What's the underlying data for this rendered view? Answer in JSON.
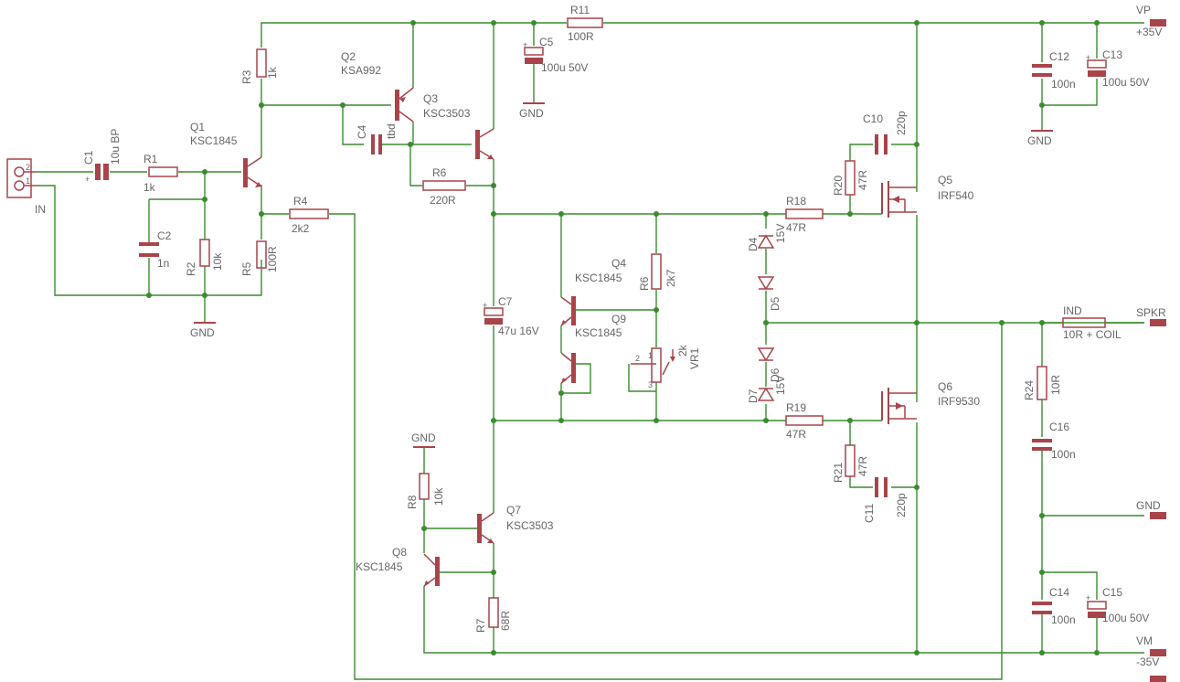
{
  "colors": {
    "wire": "#3a8c2f",
    "part": "#a8444a",
    "text": "#666666",
    "background": "#ffffff"
  },
  "components": {
    "C1": {
      "ref": "C1",
      "value": "10u BP"
    },
    "R1": {
      "ref": "R1",
      "value": "1k"
    },
    "C2": {
      "ref": "C2",
      "value": "1n"
    },
    "R2": {
      "ref": "R2",
      "value": "10k"
    },
    "R3": {
      "ref": "R3",
      "value": "1k"
    },
    "R4": {
      "ref": "R4",
      "value": "2k2"
    },
    "R5": {
      "ref": "R5",
      "value": "100R"
    },
    "R6a": {
      "ref": "R6",
      "value": "220R"
    },
    "R6b": {
      "ref": "R6",
      "value": "2k7"
    },
    "R7": {
      "ref": "R7",
      "value": "68R"
    },
    "R8": {
      "ref": "R8",
      "value": "10k"
    },
    "R11": {
      "ref": "R11",
      "value": "100R"
    },
    "R18": {
      "ref": "R18",
      "value": "47R"
    },
    "R19": {
      "ref": "R19",
      "value": "47R"
    },
    "R20": {
      "ref": "R20",
      "value": "47R"
    },
    "R21": {
      "ref": "R21",
      "value": "47R"
    },
    "R24": {
      "ref": "R24",
      "value": "10R"
    },
    "Q1": {
      "ref": "Q1",
      "value": "KSC1845"
    },
    "Q2": {
      "ref": "Q2",
      "value": "KSA992"
    },
    "Q3": {
      "ref": "Q3",
      "value": "KSC3503"
    },
    "Q4": {
      "ref": "Q4",
      "value": "KSC1845"
    },
    "Q5": {
      "ref": "Q5",
      "value": "IRF540"
    },
    "Q6": {
      "ref": "Q6",
      "value": "IRF9530"
    },
    "Q7": {
      "ref": "Q7",
      "value": "KSC3503"
    },
    "Q8": {
      "ref": "Q8",
      "value": "KSC1845"
    },
    "Q9": {
      "ref": "Q9",
      "value": "KSC1845"
    },
    "C4": {
      "ref": "C4",
      "value": "tbd"
    },
    "C5": {
      "ref": "C5",
      "value": "100u 50V"
    },
    "C7": {
      "ref": "C7",
      "value": "47u 16V"
    },
    "C10": {
      "ref": "C10",
      "value": "220p"
    },
    "C11": {
      "ref": "C11",
      "value": "220p"
    },
    "C12": {
      "ref": "C12",
      "value": "100n"
    },
    "C13": {
      "ref": "C13",
      "value": "100u 50V"
    },
    "C14": {
      "ref": "C14",
      "value": "100n"
    },
    "C15": {
      "ref": "C15",
      "value": "100u 50V"
    },
    "C16": {
      "ref": "C16",
      "value": "100n"
    },
    "D4": {
      "ref": "D4",
      "value": "15V"
    },
    "D5": {
      "ref": "D5"
    },
    "D6": {
      "ref": "D6",
      "value": "15V"
    },
    "D7": {
      "ref": "D7"
    },
    "VR1": {
      "ref": "VR1",
      "value": "2k",
      "pin1": "1",
      "pin2": "2",
      "pin3": "3"
    },
    "IND": {
      "ref": "IND",
      "value": "10R + COIL"
    }
  },
  "connector_in": {
    "label": "IN",
    "pin1": "1",
    "pin2": "2"
  },
  "supply": {
    "vp_name": "VP",
    "vp_value": "+35V",
    "vm_name": "VM",
    "vm_value": "-35V",
    "spkr": "SPKR",
    "gnd": "GND"
  },
  "gnd_labels": {
    "input": "GND",
    "c5": "GND",
    "c12": "GND",
    "q8": "GND"
  }
}
